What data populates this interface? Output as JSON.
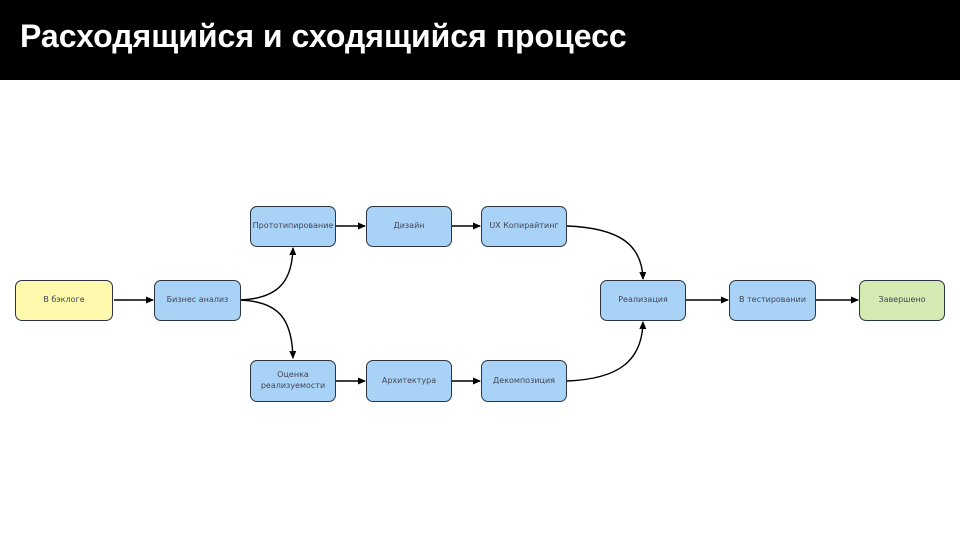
{
  "title": "Расходящийся и сходящийся процесс",
  "nodes": {
    "backlog": "В бэклоге",
    "business_analysis": "Бизнес анализ",
    "prototyping": "Прототипирование",
    "design": "Дизайн",
    "ux_copywriting": "UX Копирайтинг",
    "feasibility": "Оценка реализуемости",
    "architecture": "Архитектура",
    "decomposition": "Декомпозиция",
    "implementation": "Реализация",
    "testing": "В тестировании",
    "done": "Завершено"
  },
  "colors": {
    "header": "#000000",
    "backlog": "#fdf9ad",
    "process": "#a9d3f6",
    "done": "#d3eab3"
  }
}
